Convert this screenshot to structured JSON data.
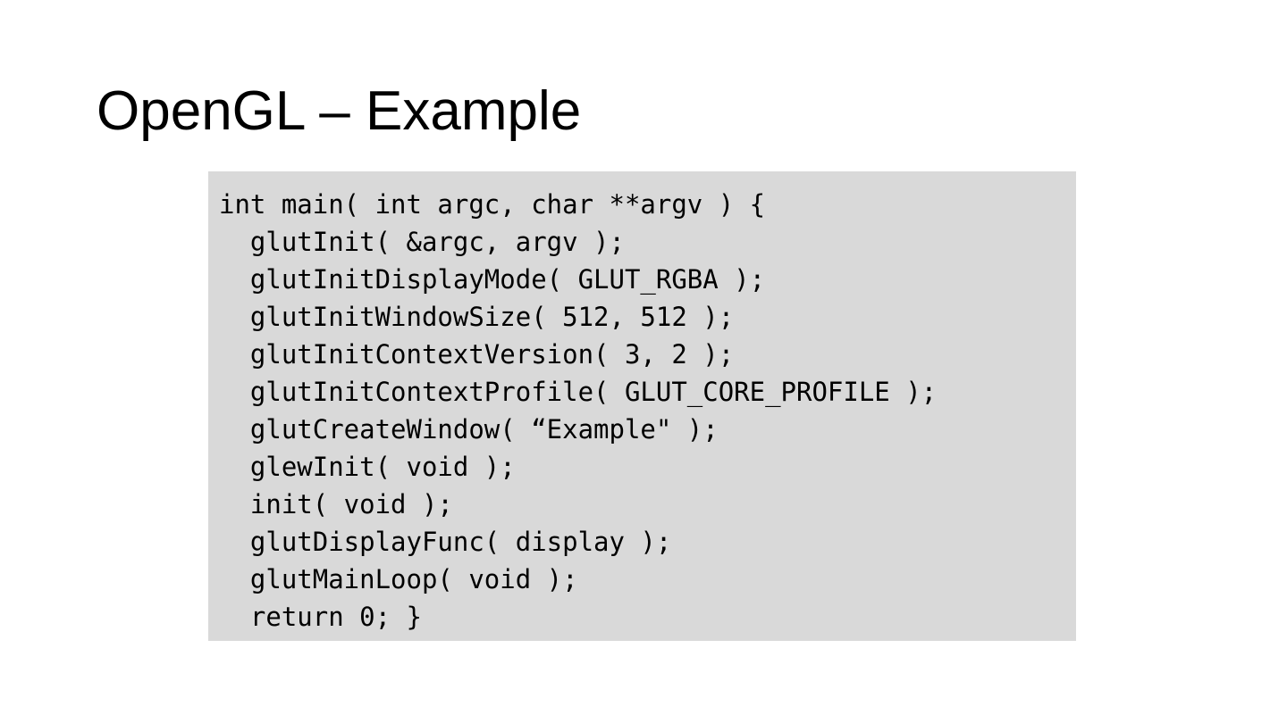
{
  "slide": {
    "title": "OpenGL – Example",
    "background_color": "#FFFFFF",
    "text_color": "#000000"
  },
  "code_block": {
    "background_color": "#D9D9D9",
    "language": "c",
    "lines": [
      "int main( int argc, char **argv ) {",
      "  glutInit( &argc, argv );",
      "  glutInitDisplayMode( GLUT_RGBA );",
      "  glutInitWindowSize( 512, 512 );",
      "  glutInitContextVersion( 3, 2 );",
      "  glutInitContextProfile( GLUT_CORE_PROFILE );",
      "  glutCreateWindow( “Example\" );",
      "  glewInit( void );",
      "  init( void );",
      "  glutDisplayFunc( display );",
      "  glutMainLoop( void );",
      "  return 0; }"
    ]
  }
}
